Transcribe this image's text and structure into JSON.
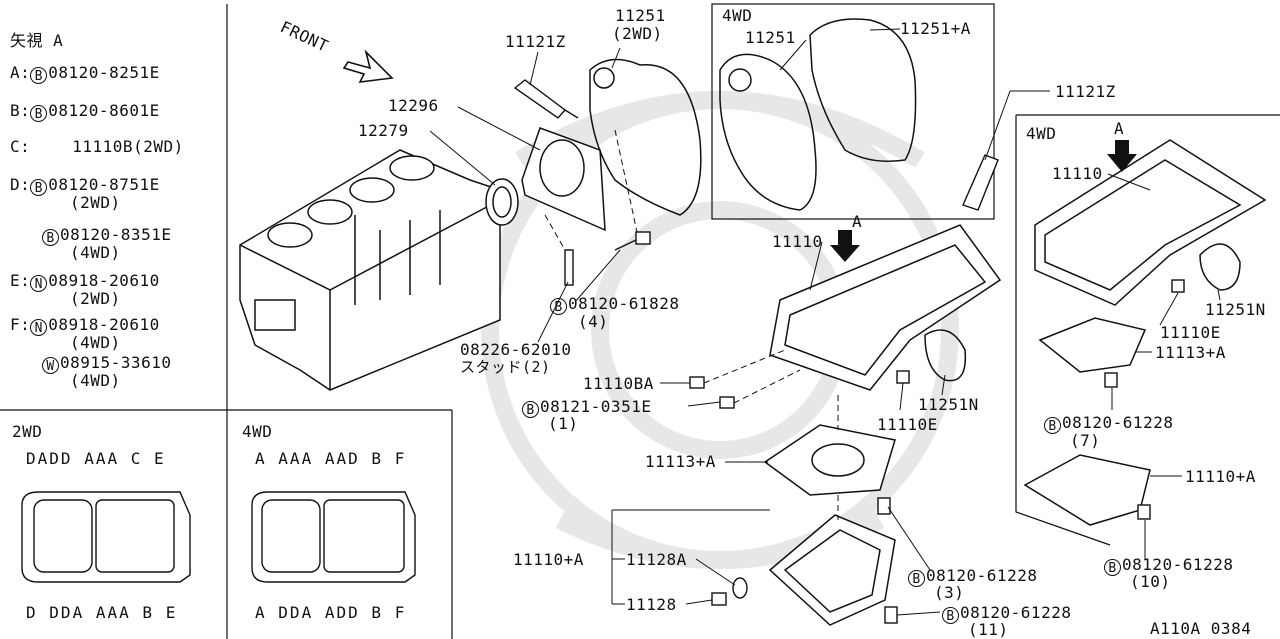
{
  "legend": {
    "title": "矢視 A",
    "rows": [
      {
        "key": "A:",
        "circle": "B",
        "part": "08120-8251E",
        "sub": ""
      },
      {
        "key": "B:",
        "circle": "B",
        "part": "08120-8601E",
        "sub": ""
      },
      {
        "key": "C:",
        "circle": "",
        "part": "11110B(2WD)",
        "sub": ""
      },
      {
        "key": "D:",
        "circle": "B",
        "part": "08120-8751E",
        "sub": "(2WD)"
      },
      {
        "key": "",
        "circle": "B",
        "part": "08120-8351E",
        "sub": "(4WD)"
      },
      {
        "key": "E:",
        "circle": "N",
        "part": "08918-20610",
        "sub": "(2WD)"
      },
      {
        "key": "F:",
        "circle": "N",
        "part": "08918-20610",
        "sub": "(4WD)"
      },
      {
        "key": "",
        "circle": "W",
        "part": "08915-33610",
        "sub": "(4WD)"
      }
    ]
  },
  "panels": {
    "bottom_left": {
      "title": "2WD",
      "top_letters": [
        "D",
        "A",
        "D",
        "D",
        "A",
        "A",
        "A",
        "C",
        "E"
      ],
      "bottom_letters": [
        "D",
        "D",
        "D",
        "A",
        "A",
        "A",
        "A",
        "B",
        "E"
      ]
    },
    "bottom_mid": {
      "title": "4WD",
      "top_letters": [
        "A",
        "A",
        "A",
        "A",
        "A",
        "A",
        "D",
        "B",
        "F"
      ],
      "bottom_letters": [
        "A",
        "D",
        "D",
        "A",
        "A",
        "D",
        "D",
        "B",
        "F"
      ]
    }
  },
  "callouts": {
    "front": "FRONT",
    "c11121z_top": "11121Z",
    "c11251_2wd": "11251",
    "c2wd": "(2WD)",
    "c12296": "12296",
    "c12279": "12279",
    "c4wd_box": "4WD",
    "c11251": "11251",
    "c11251a": "11251+A",
    "c11121z_right": "11121Z",
    "c4wd_right": "4WD",
    "arrow_a_right": "A",
    "c11110_right": "11110",
    "c11251n_right": "11251N",
    "c11110e_right": "11110E",
    "c11113a_right": "11113+A",
    "c08120_61228_7": "08120-61228",
    "c7": "(7)",
    "c11110a_right": "11110+A",
    "c08120_61228_10": "08120-61228",
    "c10": "(10)",
    "c11110_center": "11110",
    "arrow_a_center": "A",
    "c08120_61828": "08120-61828",
    "c4": "(4)",
    "c08226": "08226-62010",
    "c_stud": "スタッド(2)",
    "c11110ba": "11110BA",
    "c08121": "08121-0351E",
    "c1": "(1)",
    "c11251n": "11251N",
    "c11110e": "11110E",
    "c11113a": "11113+A",
    "c11110a": "11110+A",
    "c11128a": "11128A",
    "c11128": "11128",
    "c08120_61228_3": "08120-61228",
    "c3": "(3)",
    "c08120_61228_11": "08120-61228",
    "c11": "(11)",
    "code": "A110A 0384"
  }
}
